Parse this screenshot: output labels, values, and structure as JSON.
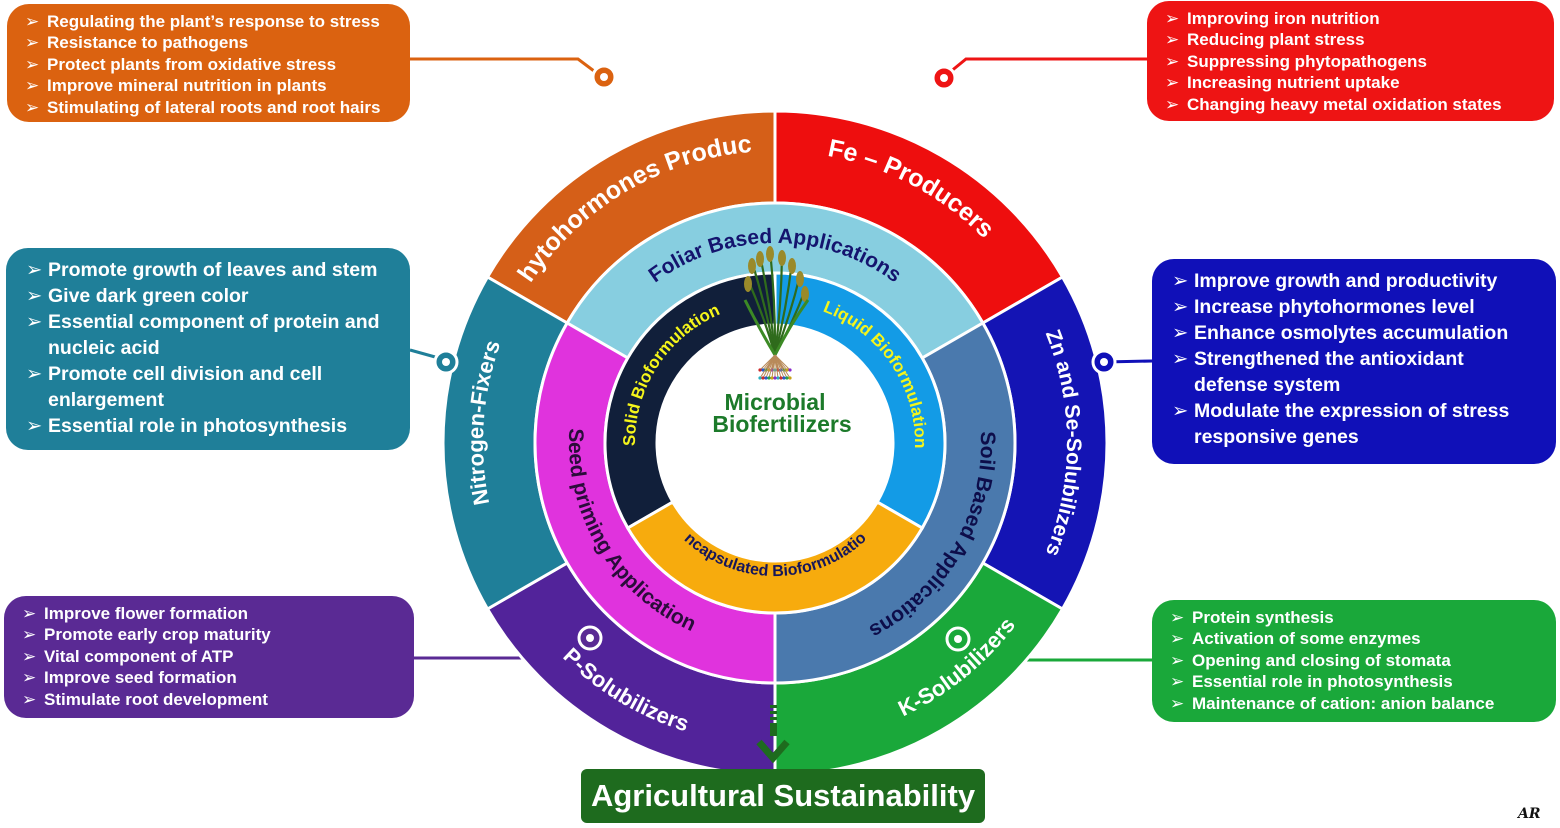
{
  "center": {
    "line1": "Microbial",
    "line2": "Biofertilizers"
  },
  "outer_ring": [
    {
      "key": "phyto",
      "label": "Phytohormones Producer",
      "color": "#d55f18"
    },
    {
      "key": "fe",
      "label": "Fe – Producers",
      "color": "#ee0e0e"
    },
    {
      "key": "zn",
      "label": "Zn and Se-Solubilizers",
      "color": "#1414b4"
    },
    {
      "key": "k",
      "label": "K-Solubilizers",
      "color": "#1aa83a"
    },
    {
      "key": "p",
      "label": "P-Solubilizers",
      "color": "#52239a"
    },
    {
      "key": "n",
      "label": "Nitrogen-Fixers",
      "color": "#1f7f99"
    }
  ],
  "middle_ring": [
    {
      "key": "foliar",
      "label": "Foliar Based Applications",
      "color": "#87cee0"
    },
    {
      "key": "soil",
      "label": "Soil Based Applications",
      "color": "#4a79ad"
    },
    {
      "key": "seed",
      "label": "Seed priming Application",
      "color": "#e033dd"
    }
  ],
  "inner_ring": [
    {
      "key": "solid",
      "label": "Solid Bioformulation",
      "color": "#111f3a"
    },
    {
      "key": "liquid",
      "label": "Liquid Bioformulation",
      "color": "#139be6"
    },
    {
      "key": "encap",
      "label": "Encapsulated Bioformulation",
      "color": "#f7ab0d"
    }
  ],
  "boxes": {
    "phyto": [
      "Regulating the plant’s response to stress",
      "Resistance to pathogens",
      "Protect plants from oxidative stress",
      "Improve mineral nutrition in plants",
      "Stimulating of lateral roots and root hairs"
    ],
    "fe": [
      "Improving iron nutrition",
      "Reducing plant stress",
      "Suppressing phytopathogens",
      "Increasing nutrient uptake",
      "Changing heavy metal oxidation states"
    ],
    "n": [
      "Promote growth of leaves and stem",
      "Give dark green color",
      "Essential component of protein and nucleic acid",
      "Promote cell division and cell enlargement",
      "Essential role in photosynthesis"
    ],
    "zn": [
      "Improve growth and productivity",
      "Increase phytohormones level",
      "Enhance osmolytes accumulation",
      "Strengthened the antioxidant defense system",
      "Modulate the expression of stress responsive genes"
    ],
    "p": [
      "Improve flower formation",
      "Promote early crop maturity",
      "Vital component of ATP",
      "Improve seed formation",
      "Stimulate root development"
    ],
    "k": [
      "Protein synthesis",
      "Activation of some enzymes",
      "Opening and closing of stomata",
      "Essential role in photosynthesis",
      "Maintenance of cation: anion balance"
    ]
  },
  "bullet": "➢",
  "goal": "Agricultural Sustainability",
  "signature": "AR"
}
